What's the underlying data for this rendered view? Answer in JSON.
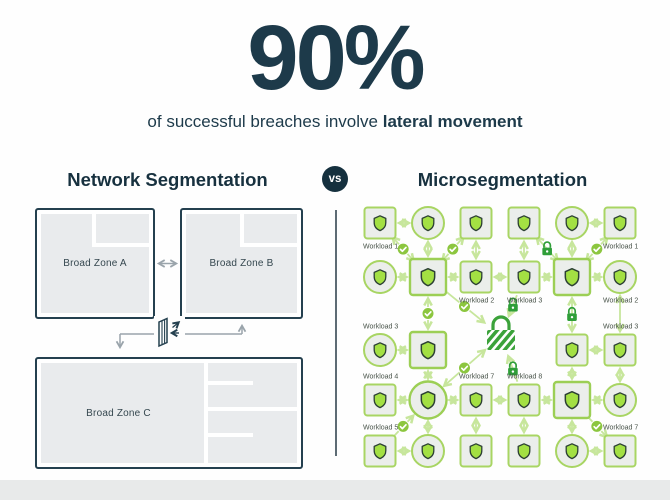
{
  "header": {
    "stat": "90%",
    "subtitle_prefix": "of successful breaches involve ",
    "subtitle_bold": "lateral movement"
  },
  "comparison": {
    "left_title": "Network Segmentation",
    "vs_label": "vs",
    "right_title": "Microsegmentation"
  },
  "network_segmentation": {
    "zone_a_label": "Broad Zone A",
    "zone_b_label": "Broad Zone B",
    "zone_c_label": "Broad Zone C"
  },
  "microsegmentation": {
    "nodes": [
      {
        "r": 1,
        "c": 1,
        "shape": "square"
      },
      {
        "r": 1,
        "c": 2,
        "shape": "circle"
      },
      {
        "r": 1,
        "c": 3,
        "shape": "square"
      },
      {
        "r": 1,
        "c": 4,
        "shape": "square"
      },
      {
        "r": 1,
        "c": 5,
        "shape": "circle"
      },
      {
        "r": 1,
        "c": 6,
        "shape": "square"
      },
      {
        "r": 2,
        "c": 1,
        "shape": "circle"
      },
      {
        "r": 2,
        "c": 2,
        "shape": "square",
        "big": true
      },
      {
        "r": 2,
        "c": 3,
        "shape": "square"
      },
      {
        "r": 2,
        "c": 4,
        "shape": "square"
      },
      {
        "r": 2,
        "c": 5,
        "shape": "square",
        "big": true
      },
      {
        "r": 2,
        "c": 6,
        "shape": "circle"
      },
      {
        "r": 3,
        "c": 1,
        "shape": "circle"
      },
      {
        "r": 3,
        "c": 2,
        "shape": "square",
        "big": true
      },
      {
        "r": 3,
        "c": 5,
        "shape": "square"
      },
      {
        "r": 3,
        "c": 6,
        "shape": "square"
      },
      {
        "r": 4,
        "c": 1,
        "shape": "square"
      },
      {
        "r": 4,
        "c": 2,
        "shape": "circle",
        "big": true
      },
      {
        "r": 4,
        "c": 3,
        "shape": "square"
      },
      {
        "r": 4,
        "c": 4,
        "shape": "square"
      },
      {
        "r": 4,
        "c": 5,
        "shape": "square",
        "big": true
      },
      {
        "r": 4,
        "c": 6,
        "shape": "circle"
      },
      {
        "r": 5,
        "c": 1,
        "shape": "square"
      },
      {
        "r": 5,
        "c": 2,
        "shape": "circle"
      },
      {
        "r": 5,
        "c": 3,
        "shape": "square"
      },
      {
        "r": 5,
        "c": 4,
        "shape": "square"
      },
      {
        "r": 5,
        "c": 5,
        "shape": "circle"
      },
      {
        "r": 5,
        "c": 6,
        "shape": "square"
      }
    ],
    "labels": [
      {
        "r": 1,
        "c": 1,
        "text": "Workload 1",
        "pos": "below"
      },
      {
        "r": 1,
        "c": 6,
        "text": "Workload 1",
        "pos": "below"
      },
      {
        "r": 2,
        "c": 3,
        "text": "Workload 2",
        "pos": "below"
      },
      {
        "r": 2,
        "c": 4,
        "text": "Workload 3",
        "pos": "below"
      },
      {
        "r": 2,
        "c": 6,
        "text": "Workload 2",
        "pos": "below"
      },
      {
        "r": 3,
        "c": 1,
        "text": "Workload 3",
        "pos": "above"
      },
      {
        "r": 3,
        "c": 6,
        "text": "Workload 3",
        "pos": "above"
      },
      {
        "r": 4,
        "c": 1,
        "text": "Workload 4",
        "pos": "above"
      },
      {
        "r": 4,
        "c": 3,
        "text": "Workload 7",
        "pos": "above"
      },
      {
        "r": 4,
        "c": 4,
        "text": "Workload 8",
        "pos": "above"
      },
      {
        "r": 5,
        "c": 1,
        "text": "Workload 5",
        "pos": "above"
      },
      {
        "r": 5,
        "c": 6,
        "text": "Workload 7",
        "pos": "above"
      }
    ],
    "edges": [
      {
        "a": [
          1,
          1
        ],
        "b": [
          1,
          2
        ]
      },
      {
        "a": [
          1,
          5
        ],
        "b": [
          1,
          6
        ]
      },
      {
        "a": [
          2,
          1
        ],
        "b": [
          2,
          2
        ]
      },
      {
        "a": [
          2,
          2
        ],
        "b": [
          2,
          3
        ]
      },
      {
        "a": [
          2,
          3
        ],
        "b": [
          2,
          4
        ]
      },
      {
        "a": [
          2,
          4
        ],
        "b": [
          2,
          5
        ]
      },
      {
        "a": [
          2,
          5
        ],
        "b": [
          2,
          6
        ]
      },
      {
        "a": [
          3,
          1
        ],
        "b": [
          3,
          2
        ]
      },
      {
        "a": [
          3,
          5
        ],
        "b": [
          3,
          6
        ]
      },
      {
        "a": [
          4,
          1
        ],
        "b": [
          4,
          2
        ]
      },
      {
        "a": [
          4,
          2
        ],
        "b": [
          4,
          3
        ]
      },
      {
        "a": [
          4,
          3
        ],
        "b": [
          4,
          4
        ]
      },
      {
        "a": [
          4,
          4
        ],
        "b": [
          4,
          5
        ]
      },
      {
        "a": [
          4,
          5
        ],
        "b": [
          4,
          6
        ]
      },
      {
        "a": [
          5,
          1
        ],
        "b": [
          5,
          2
        ]
      },
      {
        "a": [
          5,
          5
        ],
        "b": [
          5,
          6
        ]
      },
      {
        "a": [
          1,
          2
        ],
        "b": [
          2,
          2
        ]
      },
      {
        "a": [
          1,
          3
        ],
        "b": [
          2,
          3
        ]
      },
      {
        "a": [
          1,
          4
        ],
        "b": [
          2,
          4
        ]
      },
      {
        "a": [
          1,
          5
        ],
        "b": [
          2,
          5
        ]
      },
      {
        "a": [
          2,
          2
        ],
        "b": [
          3,
          2
        ],
        "badge": "check"
      },
      {
        "a": [
          2,
          5
        ],
        "b": [
          3,
          5
        ],
        "badge": "lock"
      },
      {
        "a": [
          2,
          6
        ],
        "b": [
          3,
          6
        ]
      },
      {
        "a": [
          3,
          2
        ],
        "b": [
          4,
          2
        ]
      },
      {
        "a": [
          3,
          5
        ],
        "b": [
          4,
          5
        ]
      },
      {
        "a": [
          3,
          6
        ],
        "b": [
          4,
          6
        ]
      },
      {
        "a": [
          4,
          2
        ],
        "b": [
          5,
          2
        ]
      },
      {
        "a": [
          4,
          3
        ],
        "b": [
          5,
          3
        ]
      },
      {
        "a": [
          4,
          4
        ],
        "b": [
          5,
          4
        ]
      },
      {
        "a": [
          4,
          5
        ],
        "b": [
          5,
          5
        ]
      },
      {
        "a": [
          1,
          1
        ],
        "b": [
          2,
          2
        ],
        "badge": "check"
      },
      {
        "a": [
          2,
          2
        ],
        "b": [
          1,
          3
        ],
        "badge": "check"
      },
      {
        "a": [
          1,
          4
        ],
        "b": [
          2,
          5
        ],
        "badge": "lock"
      },
      {
        "a": [
          2,
          5
        ],
        "b": [
          1,
          6
        ],
        "badge": "check"
      },
      {
        "a": [
          2,
          2
        ],
        "b": "lock",
        "badge": "check",
        "arrows": "end"
      },
      {
        "a": [
          2,
          4
        ],
        "b": "lock",
        "badge": "lock",
        "arrows": "end"
      },
      {
        "a": [
          4,
          2
        ],
        "b": "lock",
        "badge": "check"
      },
      {
        "a": [
          4,
          4
        ],
        "b": "lock",
        "badge": "lock",
        "arrows": "end"
      },
      {
        "a": [
          5,
          1
        ],
        "b": [
          4,
          2
        ],
        "badge": "check",
        "arrows": "end"
      },
      {
        "a": [
          4,
          5
        ],
        "b": [
          5,
          6
        ],
        "badge": "check",
        "arrows": "end"
      }
    ],
    "center_lock": true
  },
  "colors": {
    "navy": "#1d3a4a",
    "gray_line": "#9aa4ab",
    "zone_fill": "#e9ebed",
    "node_fill": "#ebeeeb",
    "green_border": "#a8d563",
    "green_border_big": "#9ccf55",
    "green_shield": "#a3e043",
    "shield_stroke": "#2d4134",
    "green_arrow": "#c7e69c",
    "green_badge": "#8cc63f",
    "green_lock": "#2f9e38",
    "big_lock": "#3ba23a",
    "label_color": "#49544a"
  }
}
